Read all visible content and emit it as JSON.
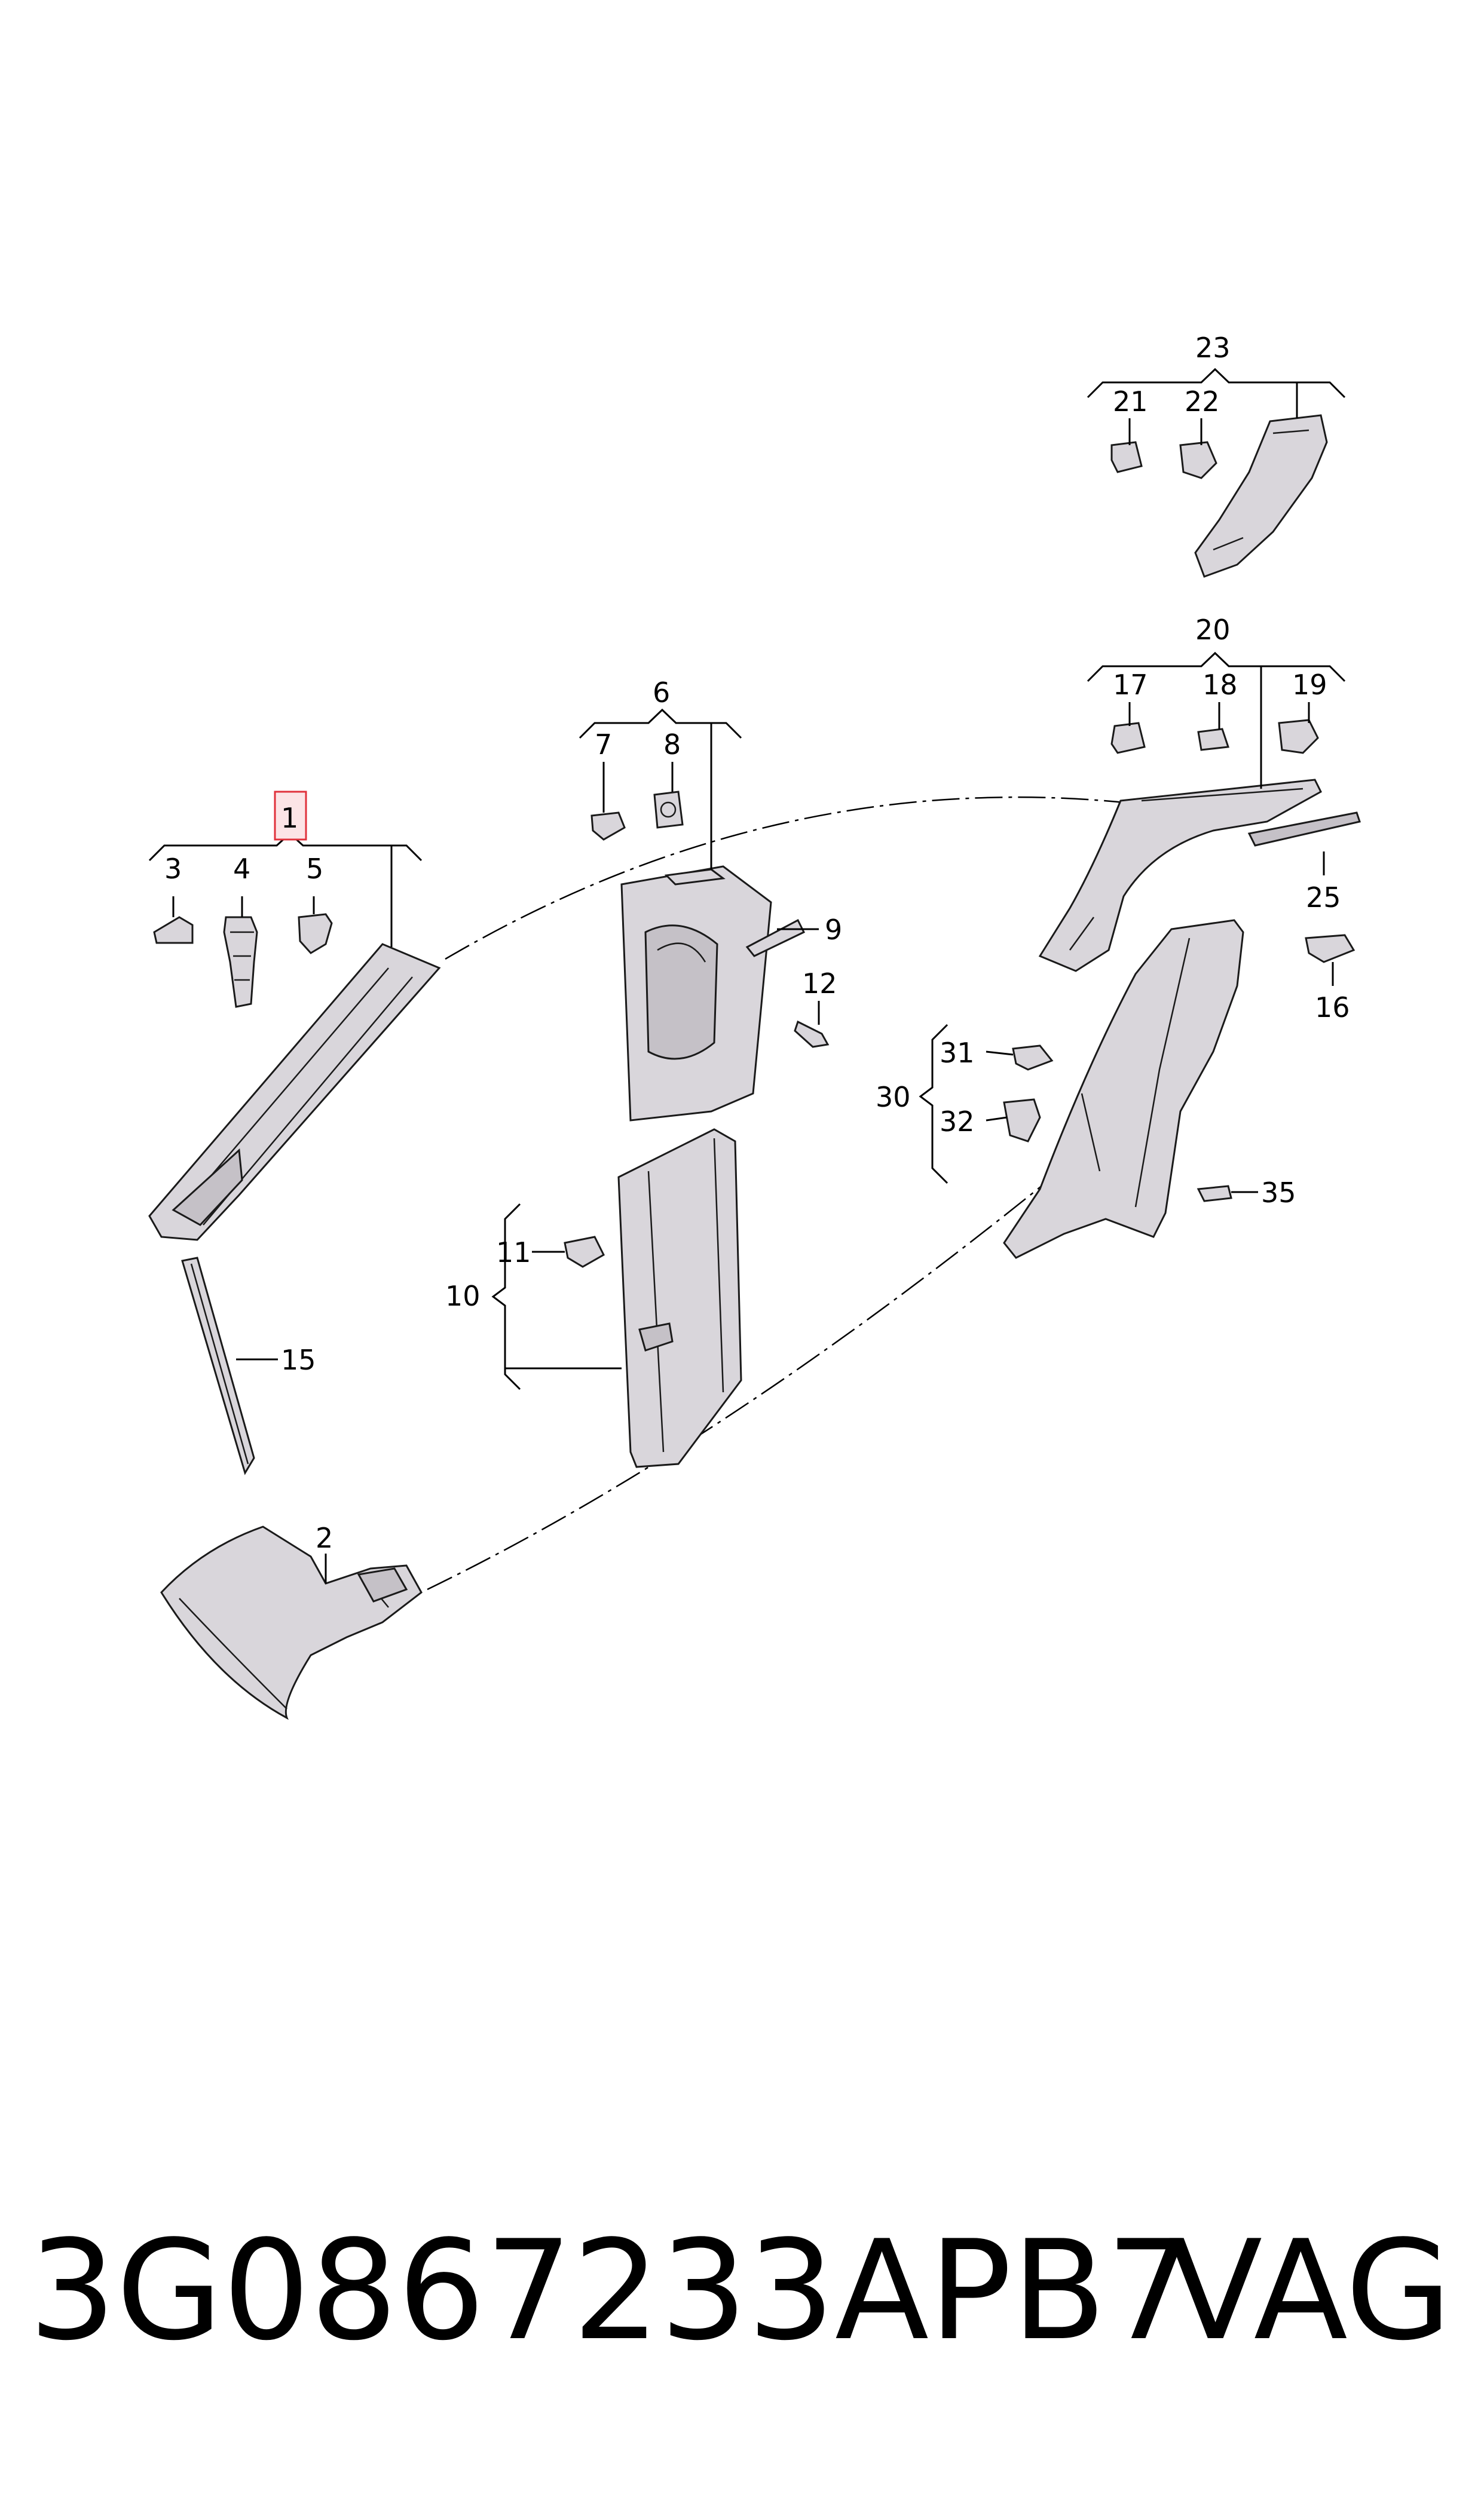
{
  "diagram": {
    "callouts": [
      {
        "id": "c1",
        "label": "1",
        "highlighted": true
      },
      {
        "id": "c2",
        "label": "2"
      },
      {
        "id": "c3",
        "label": "3"
      },
      {
        "id": "c4",
        "label": "4"
      },
      {
        "id": "c5",
        "label": "5"
      },
      {
        "id": "c6",
        "label": "6"
      },
      {
        "id": "c7",
        "label": "7"
      },
      {
        "id": "c8",
        "label": "8"
      },
      {
        "id": "c9",
        "label": "9"
      },
      {
        "id": "c10",
        "label": "10"
      },
      {
        "id": "c11",
        "label": "11"
      },
      {
        "id": "c12",
        "label": "12"
      },
      {
        "id": "c15",
        "label": "15"
      },
      {
        "id": "c16",
        "label": "16"
      },
      {
        "id": "c17",
        "label": "17"
      },
      {
        "id": "c18",
        "label": "18"
      },
      {
        "id": "c19",
        "label": "19"
      },
      {
        "id": "c20",
        "label": "20"
      },
      {
        "id": "c21",
        "label": "21"
      },
      {
        "id": "c22",
        "label": "22"
      },
      {
        "id": "c23",
        "label": "23"
      },
      {
        "id": "c25",
        "label": "25"
      },
      {
        "id": "c30",
        "label": "30"
      },
      {
        "id": "c31",
        "label": "31"
      },
      {
        "id": "c32",
        "label": "32"
      },
      {
        "id": "c35",
        "label": "35"
      }
    ],
    "highlight_color": "#e0323c"
  },
  "footer": {
    "part_number": "3G0867233APB7",
    "brand": "VAG"
  }
}
